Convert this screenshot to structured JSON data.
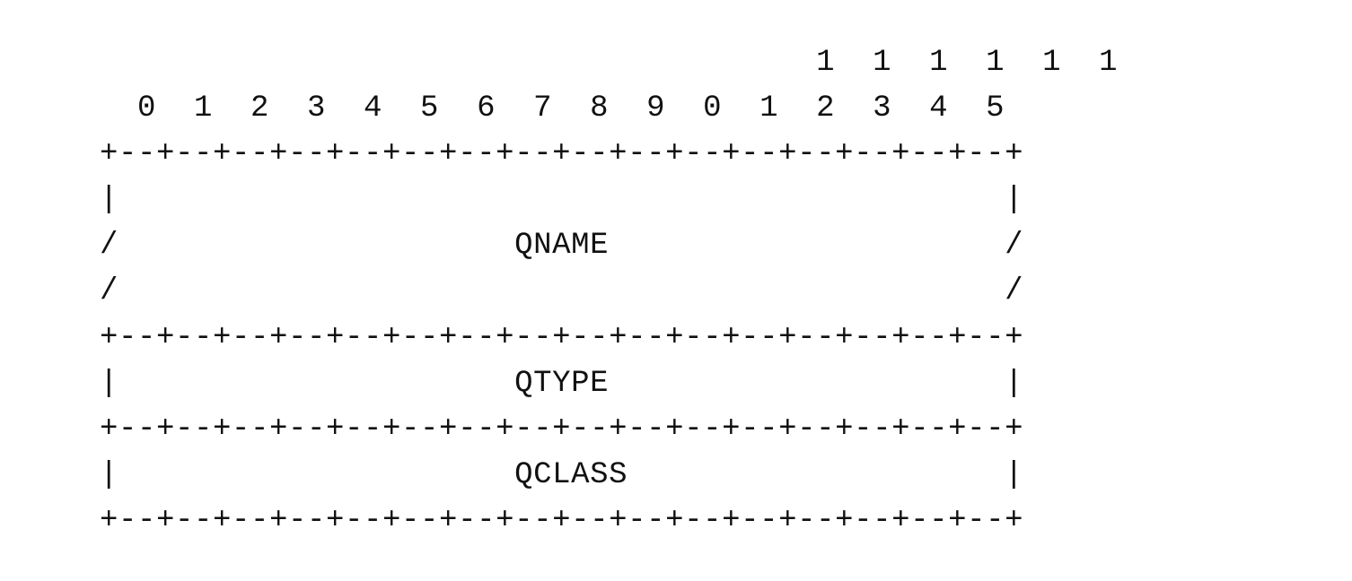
{
  "diagram": {
    "bit_header_tens": "                                      1  1  1  1  1  1",
    "bit_header_ones": "  0  1  2  3  4  5  6  7  8  9  0  1  2  3  4  5",
    "separator": "+--+--+--+--+--+--+--+--+--+--+--+--+--+--+--+--+",
    "qname_row_1": "|                                               |",
    "qname_row_2": "/                     QNAME                     /",
    "qname_row_3": "/                                               /",
    "qtype_row": "|                     QTYPE                     |",
    "qclass_row": "|                     QCLASS                    |",
    "fields": [
      "QNAME",
      "QTYPE",
      "QCLASS"
    ]
  }
}
